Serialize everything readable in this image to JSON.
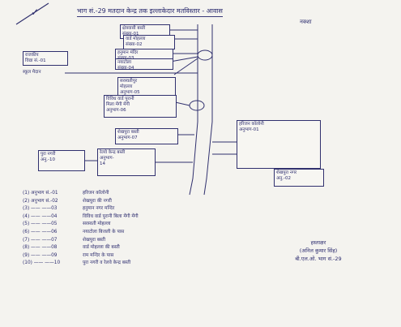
{
  "header": {
    "title": "भाग सं.-29 मतदान केन्द्र तक इल्लाकेदार मतविस्तार - आवास",
    "subtitle": "नक्शा",
    "corner_mark": "✓"
  },
  "boxes": {
    "b1": "क्षेत्रवासी बस्ती\nसंख्या-01",
    "b2": "वार्ड मोहल्ला\nसंख्या-02",
    "b3": "हनुमान मंदिर\nसंख्या-03",
    "b4": "नयाटोला\nसंख्या-04",
    "b5": "राजकीय\nविद्या सं.-01",
    "b6": "सरस्वतीपुर\nमोहल्ला\nअनुभाग-05",
    "b7": "विविध वार्ड पुरानी\nमिला मेंगी मेंगी\nअनुभाग-06",
    "b8": "शेखपुरा बस्ती\nअनुभाग-07",
    "b9": "पुरा नगरी\nअनु.-10",
    "b10": "रेलवे केन्द्र बस्ती\nअनुभाग-\n14",
    "b11": "हरिजन कॉलोनी\nअनुभाग-01",
    "b12": "शेखपुरा नगर\nअनु.-02"
  },
  "labels": {
    "left_label": "स्कूल मैदान"
  },
  "legend": [
    {
      "num": "(1) अनुभाग सं.-01",
      "text": "हरिजन कॉलोनी"
    },
    {
      "num": "(2) अनुभाग सं.-02",
      "text": "शेखपुरा की नगरी"
    },
    {
      "num": "(3) —— ——03",
      "text": "हनुमान नगर मन्दिर"
    },
    {
      "num": "(4) —— ——04",
      "text": "विविध वार्ड पुरानी बिला मेंगी मेंगी"
    },
    {
      "num": "(5) —— ——05",
      "text": "सरस्वती मोहल्ला"
    },
    {
      "num": "(6) —— ——06",
      "text": "नयाटोला बिजली के पास"
    },
    {
      "num": "(7) —— ——07",
      "text": "शेखपुरा बस्ती"
    },
    {
      "num": "(8) —— ——08",
      "text": "वार्ड मोहल्ला की बस्ती"
    },
    {
      "num": "(9) —— ——09",
      "text": "राम मन्दिर के पास"
    },
    {
      "num": "(10) —— ——10",
      "text": "पुरा नगरी व रेलवे केन्द्र बस्ती"
    }
  ],
  "signature": {
    "line1": "हस्ताक्षर",
    "line2": "(अनिल कुमार सिंह)",
    "line3": "बी.एल.ओ. भाग सं.-29"
  }
}
